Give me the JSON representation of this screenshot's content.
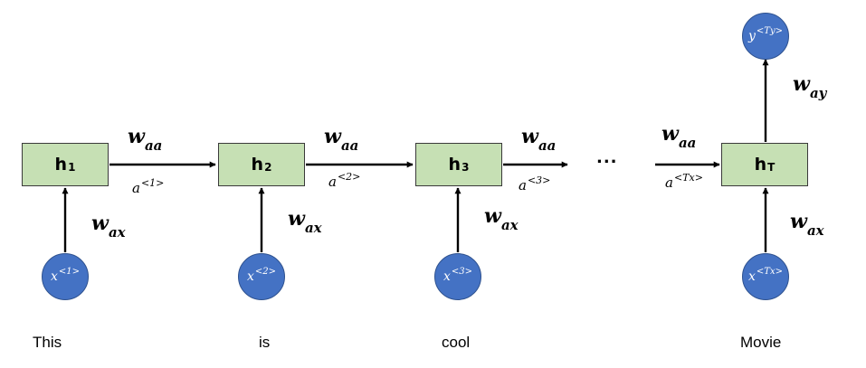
{
  "diagram": {
    "hidden_states": [
      {
        "base": "h",
        "sub": "1"
      },
      {
        "base": "h",
        "sub": "2"
      },
      {
        "base": "h",
        "sub": "3"
      },
      {
        "base": "h",
        "sub": "T"
      }
    ],
    "inputs": [
      {
        "base": "x",
        "sup": "<1>"
      },
      {
        "base": "x",
        "sup": "<2>"
      },
      {
        "base": "x",
        "sup": "<3>"
      },
      {
        "base": "x",
        "sup": "<Tx>"
      }
    ],
    "output": {
      "base": "y",
      "sup": "<Ty>"
    },
    "activations": [
      {
        "base": "a",
        "sup": "<1>"
      },
      {
        "base": "a",
        "sup": "<2>"
      },
      {
        "base": "a",
        "sup": "<3>"
      },
      {
        "base": "a",
        "sup": "<Tx>"
      }
    ],
    "weight_recurrent": {
      "base": "w",
      "sub": "aa"
    },
    "weight_input": {
      "base": "w",
      "sub": "ax"
    },
    "weight_output": {
      "base": "w",
      "sub": "ay"
    },
    "ellipsis": "...",
    "words": [
      "This",
      "is",
      "cool",
      "Movie"
    ],
    "colors": {
      "box_fill": "#c6e0b4",
      "circle_fill": "#4472c4",
      "arrow": "#000000"
    }
  }
}
